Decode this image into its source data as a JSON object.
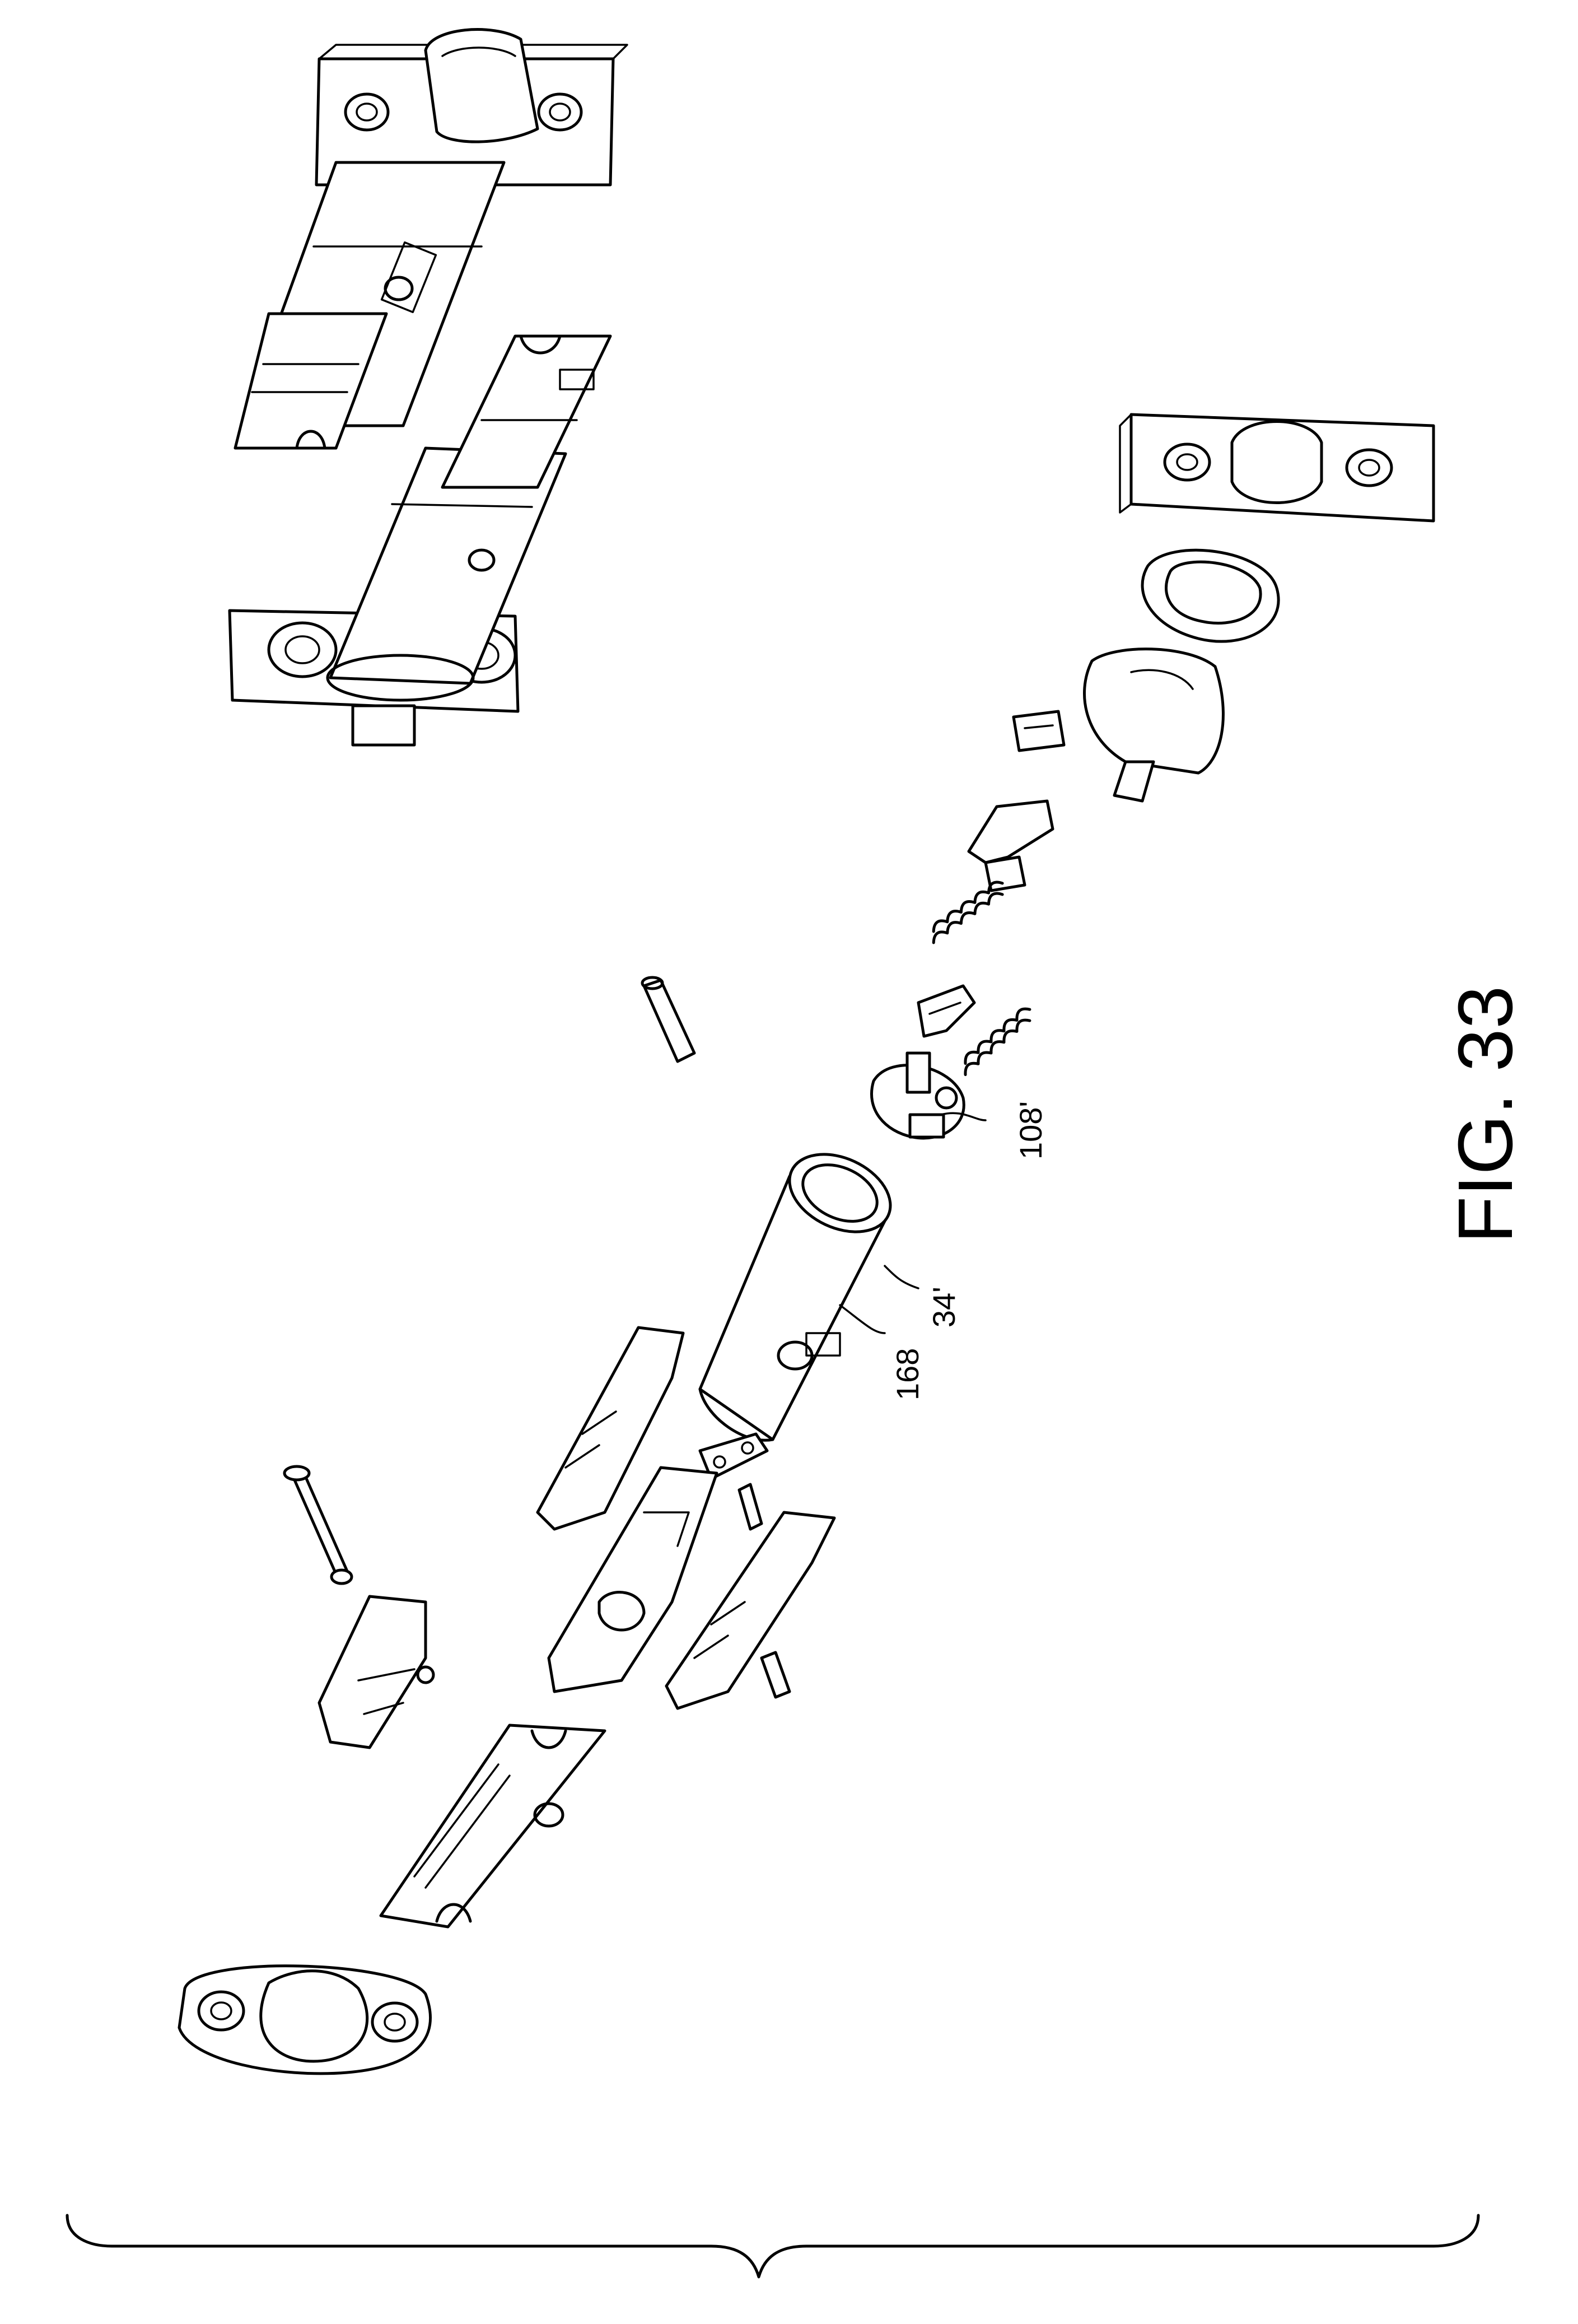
{
  "figure": {
    "caption": "FIG. 33"
  },
  "labels": {
    "ref_108": "108'",
    "ref_168": "168",
    "ref_34": "34'"
  }
}
